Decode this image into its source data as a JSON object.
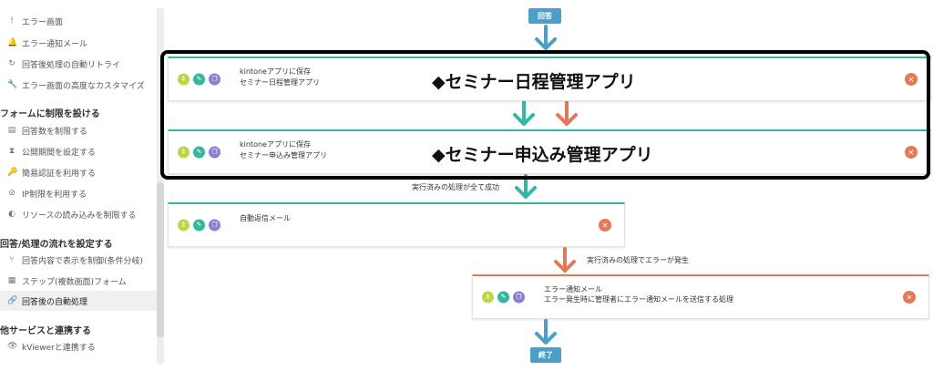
{
  "sidebar": {
    "items_top": [
      {
        "icon": "!",
        "label": "エラー画面"
      },
      {
        "icon": "🔔",
        "label": "エラー通知メール"
      },
      {
        "icon": "↻",
        "label": "回答後処理の自動リトライ"
      },
      {
        "icon": "🔧",
        "label": "エラー画面の高度なカスタマイズ"
      }
    ],
    "section_limit": "フォームに制限を設ける",
    "items_limit": [
      {
        "icon": "▤",
        "label": "回答数を制限する"
      },
      {
        "icon": "⧗",
        "label": "公開期間を設定する"
      },
      {
        "icon": "🔑",
        "label": "簡易認証を利用する"
      },
      {
        "icon": "⊘",
        "label": "IP制限を利用する"
      },
      {
        "icon": "◐",
        "label": "リソースの読み込みを制限する"
      }
    ],
    "section_flow": "回答/処理の流れを設定する",
    "items_flow": [
      {
        "icon": "⑂",
        "label": "回答内容で表示を制御(条件分岐)"
      },
      {
        "icon": "▦",
        "label": "ステップ(複数画面)フォーム"
      },
      {
        "icon": "🔗",
        "label": "回答後の自動処理"
      }
    ],
    "section_other": "他サービスと連携する",
    "items_other": [
      {
        "icon": "👁",
        "label": "kViewerと連携する"
      }
    ]
  },
  "flow": {
    "start_label": "回答",
    "end_label": "終了",
    "cards": [
      {
        "title": "kintoneアプリに保存",
        "subtitle": "セミナー日程管理アプリ"
      },
      {
        "title": "kintoneアプリに保存",
        "subtitle": "セミナー申込み管理アプリ"
      },
      {
        "title": "自動返信メール",
        "subtitle": ""
      },
      {
        "title": "エラー通知メール",
        "subtitle": "エラー発生時に管理者にエラー通知メールを送信する処理"
      }
    ],
    "label_success": "実行済みの処理が全て成功",
    "label_error": "実行済みの処理でエラーが発生",
    "button_icons": {
      "move": "⇕",
      "edit": "✎",
      "copy": "❐",
      "delete": "✕"
    }
  },
  "annotations": {
    "a1": "◆セミナー日程管理アプリ",
    "a2": "◆セミナー申込み管理アプリ"
  },
  "colors": {
    "teal": "#34b8a5",
    "orange": "#e27a5a",
    "blue_tag": "#4b9fc8",
    "arrow_red": "#e8221c",
    "arrow_blue": "#1f3fd9",
    "arrow_down_blue": "#4b9fc8"
  }
}
